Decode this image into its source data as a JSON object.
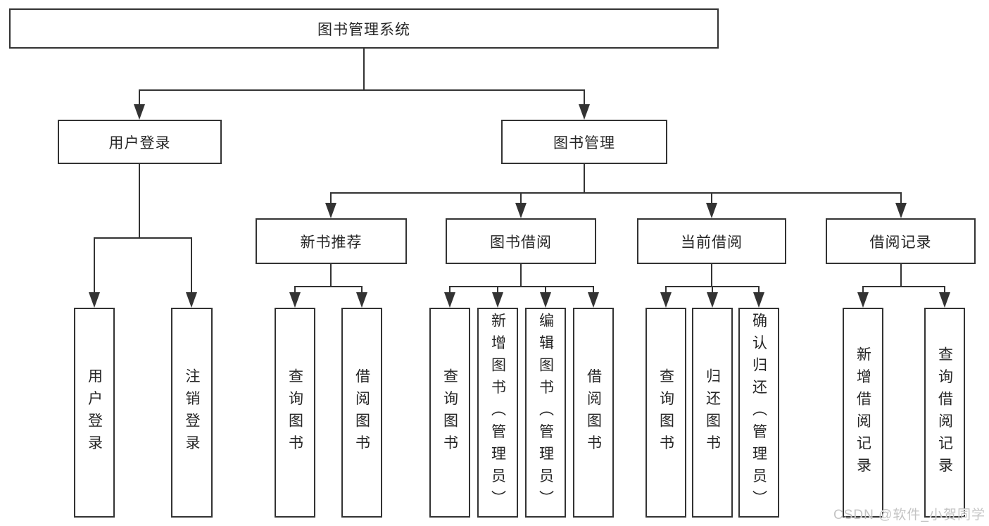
{
  "root": {
    "label": "图书管理系统"
  },
  "branches": {
    "user_login": {
      "label": "用户登录",
      "children": [
        {
          "label": "用户登录"
        },
        {
          "label": "注销登录"
        }
      ]
    },
    "book_management": {
      "label": "图书管理",
      "sections": [
        {
          "label": "新书推荐",
          "children": [
            {
              "label": "查询图书"
            },
            {
              "label": "借阅图书"
            }
          ]
        },
        {
          "label": "图书借阅",
          "children": [
            {
              "label": "查询图书"
            },
            {
              "label": "新增图书（管理员）"
            },
            {
              "label": "编辑图书（管理员）"
            },
            {
              "label": "借阅图书"
            }
          ]
        },
        {
          "label": "当前借阅",
          "children": [
            {
              "label": "查询图书"
            },
            {
              "label": "归还图书"
            },
            {
              "label": "确认归还（管理员）"
            }
          ]
        },
        {
          "label": "借阅记录",
          "children": [
            {
              "label": "新增借阅记录"
            },
            {
              "label": "查询借阅记录"
            }
          ]
        }
      ]
    }
  },
  "watermark": "CSDN @软件_小贺同学",
  "colors": {
    "line": "#333333",
    "text": "#262626",
    "background": "#ffffff",
    "watermark": "#c4c4c4"
  }
}
